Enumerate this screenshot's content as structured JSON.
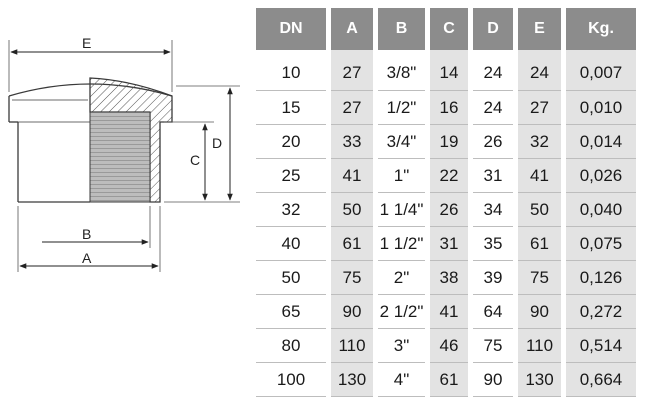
{
  "drawing": {
    "labels": {
      "e": "E",
      "d": "D",
      "c": "C",
      "b": "B",
      "a": "A"
    }
  },
  "table": {
    "headers": [
      "DN",
      "A",
      "B",
      "C",
      "D",
      "E",
      "Kg."
    ],
    "rows": [
      [
        "10",
        "27",
        "3/8\"",
        "14",
        "24",
        "24",
        "0,007"
      ],
      [
        "15",
        "27",
        "1/2\"",
        "16",
        "24",
        "27",
        "0,010"
      ],
      [
        "20",
        "33",
        "3/4\"",
        "19",
        "26",
        "32",
        "0,014"
      ],
      [
        "25",
        "41",
        "1\"",
        "22",
        "31",
        "41",
        "0,026"
      ],
      [
        "32",
        "50",
        "1 1/4\"",
        "26",
        "34",
        "50",
        "0,040"
      ],
      [
        "40",
        "61",
        "1 1/2\"",
        "31",
        "35",
        "61",
        "0,075"
      ],
      [
        "50",
        "75",
        "2\"",
        "38",
        "39",
        "75",
        "0,126"
      ],
      [
        "65",
        "90",
        "2 1/2\"",
        "41",
        "64",
        "90",
        "0,272"
      ],
      [
        "80",
        "110",
        "3\"",
        "46",
        "75",
        "110",
        "0,514"
      ],
      [
        "100",
        "130",
        "4\"",
        "61",
        "90",
        "130",
        "0,664"
      ]
    ]
  },
  "colors": {
    "header_bg": "#8c8c8c",
    "shade_bg": "#e3e3e3",
    "line": "#3a3a3a"
  }
}
